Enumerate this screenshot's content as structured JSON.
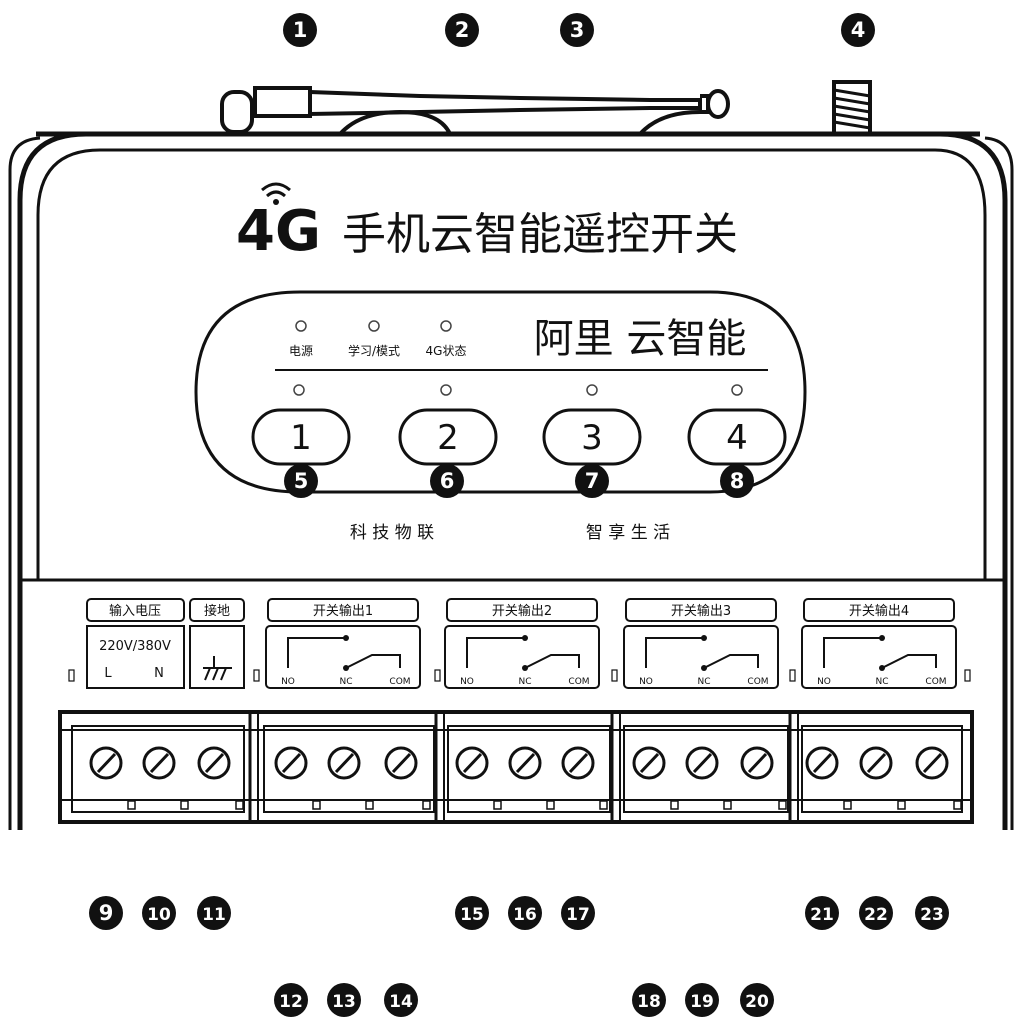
{
  "title": {
    "brand": "4G",
    "text": "手机云智能遥控开关"
  },
  "panel": {
    "heading": "阿里 云智能",
    "indicators": [
      "电源",
      "学习/模式",
      "4G状态"
    ],
    "buttons": [
      "1",
      "2",
      "3",
      "4"
    ],
    "slogan_left": "科 技 物 联",
    "slogan_right": "智 享 生 活"
  },
  "terminals": {
    "input_label": "输入电压",
    "input_voltage": "220V/380V",
    "input_l": "L",
    "input_n": "N",
    "ground_label": "接地",
    "outputs": [
      {
        "label": "开关输出1",
        "no": "NO",
        "nc": "NC",
        "com": "COM"
      },
      {
        "label": "开关输出2",
        "no": "NO",
        "nc": "NC",
        "com": "COM"
      },
      {
        "label": "开关输出3",
        "no": "NO",
        "nc": "NC",
        "com": "COM"
      },
      {
        "label": "开关输出4",
        "no": "NO",
        "nc": "NC",
        "com": "COM"
      }
    ]
  },
  "callouts": [
    "1",
    "2",
    "3",
    "4",
    "5",
    "6",
    "7",
    "8",
    "9",
    "10",
    "11",
    "12",
    "13",
    "14",
    "15",
    "16",
    "17",
    "18",
    "19",
    "20",
    "21",
    "22",
    "23"
  ]
}
